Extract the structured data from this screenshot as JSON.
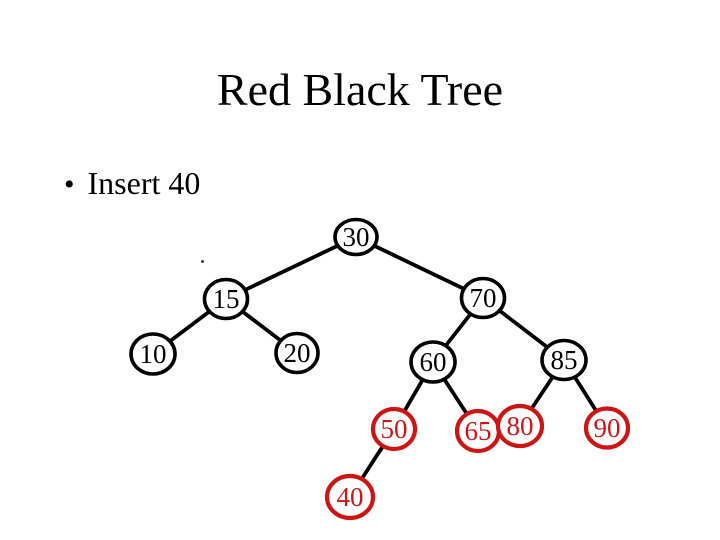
{
  "slide": {
    "title": "Red Black Tree",
    "bullet_char": "•",
    "bullet_text": "Insert 40"
  },
  "colors": {
    "background": "#ffffff",
    "text": "#000000",
    "black_node": "#000000",
    "red_node": "#cc1616",
    "edge": "#000000",
    "node_fill": "#ffffff"
  },
  "tree": {
    "type": "red-black-tree",
    "nodes": [
      {
        "id": "30",
        "label": "30",
        "color": "black"
      },
      {
        "id": "15",
        "label": "15",
        "color": "black"
      },
      {
        "id": "70",
        "label": "70",
        "color": "black"
      },
      {
        "id": "10",
        "label": "10",
        "color": "black"
      },
      {
        "id": "20",
        "label": "20",
        "color": "black"
      },
      {
        "id": "60",
        "label": "60",
        "color": "black"
      },
      {
        "id": "85",
        "label": "85",
        "color": "black"
      },
      {
        "id": "50",
        "label": "50",
        "color": "red"
      },
      {
        "id": "65",
        "label": "65",
        "color": "red"
      },
      {
        "id": "80",
        "label": "80",
        "color": "red"
      },
      {
        "id": "90",
        "label": "90",
        "color": "red"
      },
      {
        "id": "40",
        "label": "40",
        "color": "red"
      }
    ],
    "edges": [
      {
        "from": "30",
        "to": "15"
      },
      {
        "from": "30",
        "to": "70"
      },
      {
        "from": "15",
        "to": "10"
      },
      {
        "from": "15",
        "to": "20"
      },
      {
        "from": "70",
        "to": "60"
      },
      {
        "from": "70",
        "to": "85"
      },
      {
        "from": "60",
        "to": "50"
      },
      {
        "from": "60",
        "to": "65"
      },
      {
        "from": "85",
        "to": "80"
      },
      {
        "from": "85",
        "to": "90"
      },
      {
        "from": "50",
        "to": "40"
      }
    ]
  }
}
